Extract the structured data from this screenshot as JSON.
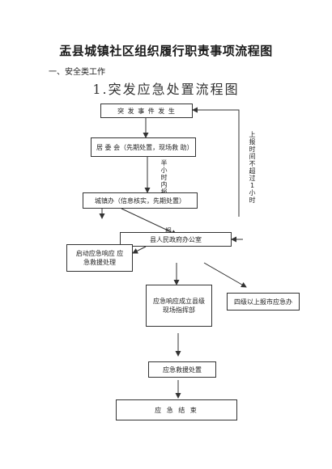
{
  "document": {
    "title": "盂县城镇社区组织履行职责事项流程图",
    "section": "一、安全类工作",
    "subtitle": "1.突发应急处置流程图"
  },
  "flowchart": {
    "nodes": {
      "incident": "突 发 事 件 发 生",
      "committee": "居 委 会（先期处置，现场救 助）",
      "town_office": "城镇办（信息核实，先期处置）",
      "gov_office": "县人民政府办公室",
      "start_response": "启动应急响应 应急救援处理",
      "command": "应急响应成立县级 现场指挥部",
      "escalate": "四级以上报市应急办",
      "rescue": "应急救援处置",
      "end": "应 急 结 束"
    },
    "notes": {
      "half_hour": "半小时内报告",
      "report": "报",
      "time_limit": "上报时间不超过1小时"
    }
  }
}
